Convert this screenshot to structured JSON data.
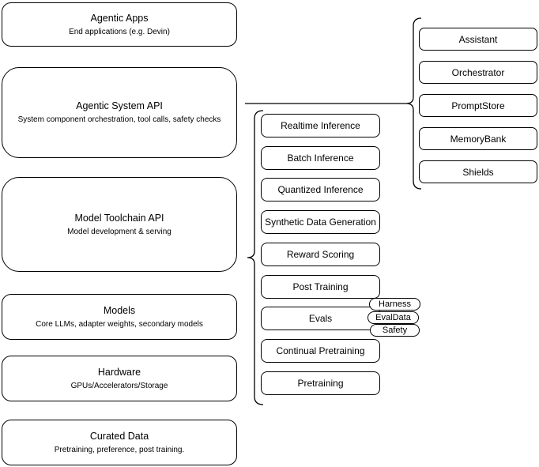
{
  "left_stack": {
    "boxes": [
      {
        "title": "Agentic Apps",
        "subtitle": "End applications (e.g. Devin)"
      },
      {
        "title": "Agentic System API",
        "subtitle": "System component orchestration, tool calls, safety checks"
      },
      {
        "title": "Model Toolchain API",
        "subtitle": "Model development & serving"
      },
      {
        "title": "Models",
        "subtitle": "Core LLMs, adapter weights, secondary models"
      },
      {
        "title": "Hardware",
        "subtitle": "GPUs/Accelerators/Storage"
      },
      {
        "title": "Curated Data",
        "subtitle": "Pretraining, preference, post training."
      }
    ]
  },
  "toolchain_stack": {
    "items": [
      "Realtime Inference",
      "Batch Inference",
      "Quantized Inference",
      "Synthetic Data Generation",
      "Reward Scoring",
      "Post Training",
      "Evals",
      "Continual Pretraining",
      "Pretraining"
    ]
  },
  "evals_tags": {
    "items": [
      "Harness",
      "EvalData",
      "Safety"
    ]
  },
  "system_stack": {
    "items": [
      "Assistant",
      "Orchestrator",
      "PromptStore",
      "MemoryBank",
      "Shields"
    ]
  },
  "colors": {
    "stroke": "#000000",
    "fill": "#ffffff",
    "text": "#000000"
  }
}
